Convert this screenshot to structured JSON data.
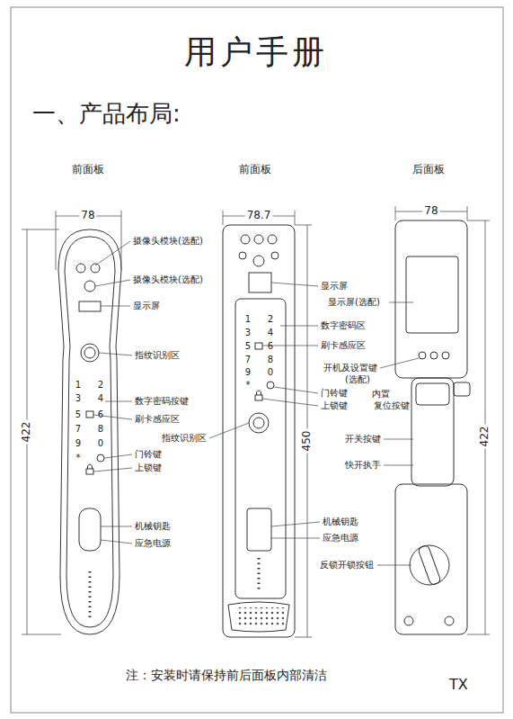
{
  "diagram": {
    "title": "用户手册",
    "labels": [
      "一、产品布局:",
      "前面板",
      "前面板",
      "后面板",
      "78",
      "78.7",
      "78",
      "422",
      "450",
      "422",
      "摄像头模块(选配)",
      "摄像头模块(选配)",
      "显示屏",
      "指纹识别区",
      "1",
      "2",
      "3",
      "4",
      "5",
      "6",
      "7",
      "8",
      "9",
      "0",
      "*",
      "数字密码按键",
      "刷卡感应区",
      "门铃键",
      "上锁键",
      "机械钥匙",
      "应急电源",
      "1",
      "2",
      "3",
      "4",
      "5",
      "6",
      "7",
      "8",
      "9",
      "0",
      "*",
      "显示屏",
      "数字密码区",
      "刷卡感应区",
      "门铃键",
      "上锁键",
      "指纹识别区",
      "机械钥匙",
      "应急电源",
      "显示屏(选配)",
      "开机及设置键",
      "(选配)",
      "内置",
      "复位按键",
      "开关按键",
      "快开执手",
      "反锁开锁按钮",
      "注：安装时请保持前后面板内部清洁",
      "TX"
    ]
  }
}
